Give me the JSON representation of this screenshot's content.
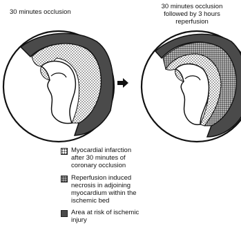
{
  "titles": {
    "left": "30 minutes occlusion",
    "right_lines": [
      "30 minutes  occlusion",
      "followed by 3 hours",
      "reperfusion"
    ]
  },
  "legend": [
    {
      "key": "infarct",
      "lines": [
        "Myocardial infarction",
        "after 30 minutes of",
        "coronary occlusion"
      ]
    },
    {
      "key": "reperfusion",
      "lines": [
        "Reperfusion induced",
        "necrosis in adjoining",
        "myocardium within the",
        "ischemic bed"
      ]
    },
    {
      "key": "risk",
      "lines": [
        "Area at risk of ischemic",
        "injury"
      ]
    }
  ],
  "colors": {
    "risk": "#4a4a4a",
    "outline": "#111111",
    "infarct_dot": "#222222"
  }
}
